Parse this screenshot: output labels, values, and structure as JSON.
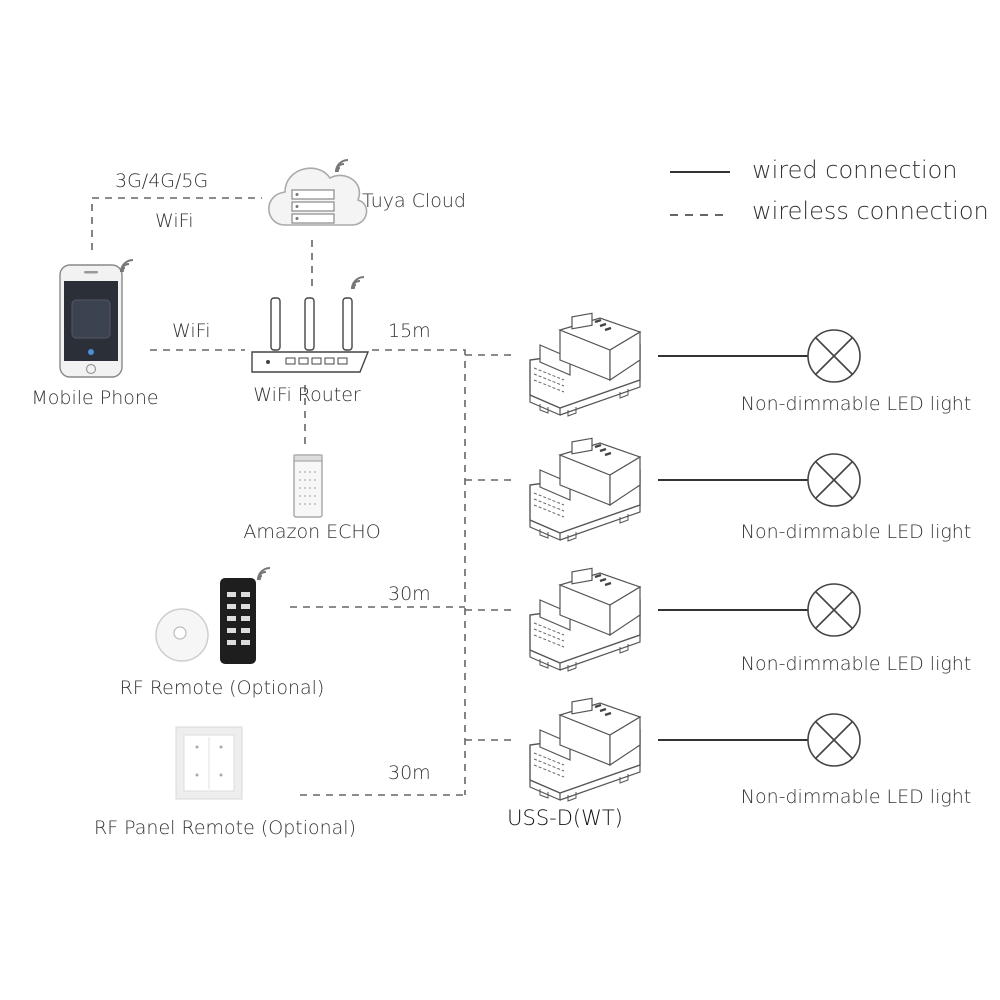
{
  "legend": {
    "wired": "wired connection",
    "wireless": "wireless connection"
  },
  "labels": {
    "cellular": "3G/4G/5G",
    "wifi_top": "WiFi",
    "wifi_mid": "WiFi",
    "dist_15m": "15m",
    "dist_30m_a": "30m",
    "dist_30m_b": "30m"
  },
  "devices": {
    "cloud": "Tuya Cloud",
    "phone": "Mobile Phone",
    "router": "WiFi Router",
    "echo": "Amazon ECHO",
    "rf_remote": "RF Remote (Optional)",
    "panel_remote": "RF Panel Remote (Optional)",
    "model": "USS-D(WT)"
  },
  "lights": [
    {
      "label": "Non-dimmable LED light"
    },
    {
      "label": "Non-dimmable LED light"
    },
    {
      "label": "Non-dimmable LED light"
    },
    {
      "label": "Non-dimmable LED light"
    }
  ],
  "colors": {
    "line": "#444444",
    "dash": "#666666",
    "text": "#333333"
  }
}
